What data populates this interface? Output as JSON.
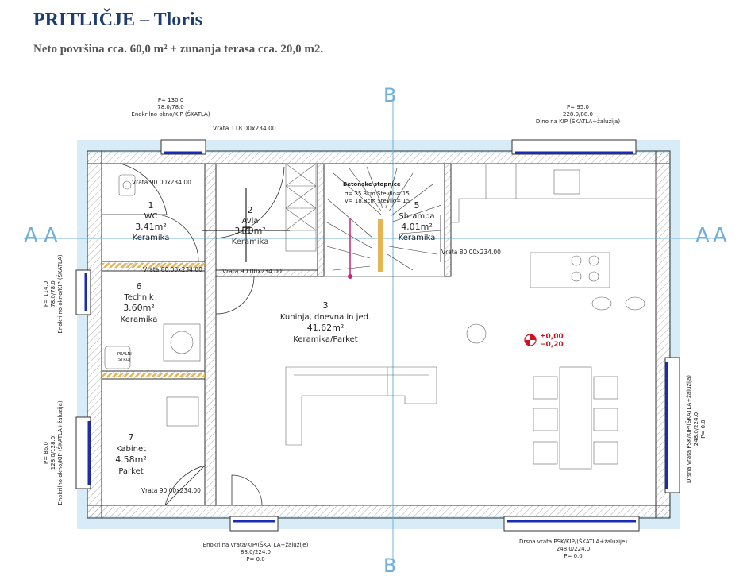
{
  "header": {
    "title": "PRITLIČJE – Tloris",
    "subtitle": "Neto površina cca. 60,0 m² + zunanja terasa  cca. 20,0 m2."
  },
  "section_markers": {
    "a": "A",
    "b": "B"
  },
  "rooms": [
    {
      "num": "1",
      "name": "WC",
      "area": "3.41m²",
      "floor": "Keramika"
    },
    {
      "num": "2",
      "name": "Avla",
      "area": "3.70m²",
      "floor": "Keramika"
    },
    {
      "num": "3",
      "name": "Kuhinja, dnevna in jed.",
      "area": "41.62m²",
      "floor": "Keramika/Parket"
    },
    {
      "num": "5",
      "name": "Shramba",
      "area": "4.01m²",
      "floor": "Keramika"
    },
    {
      "num": "6",
      "name": "Technik",
      "area": "3.60m²",
      "floor": "Keramika"
    },
    {
      "num": "7",
      "name": "Kabinet",
      "area": "4.58m²",
      "floor": "Parket"
    }
  ],
  "openings": {
    "top_left": [
      "P= 130.0",
      "78.0/78.0",
      "Enokrilno okno/KIP (ŠKATLA)"
    ],
    "top_right": [
      "P= 95.0",
      "228.0/88.0",
      "Dino na KIP (ŠKATLA+žaluzija)"
    ],
    "bottom_left": [
      "Enokrilna vrata/KIP/(ŠKATLA+žaluzije)",
      "88.0/224.0",
      "P= 0.0"
    ],
    "bottom_right": [
      "Drsna vrata PSK/KIP/(ŠKATLA+žaluzije)",
      "248.0/224.0",
      "P= 0.0"
    ],
    "left_upper": [
      "P= 114.0",
      "78.0/78.0",
      "Enokrilno okno/KIP (ŠKATLA)"
    ],
    "left_lower": [
      "P= 86.0",
      "128.0/128.0",
      "Enokrilno okno/KIP (ŠKATLA+žaluzija)"
    ],
    "right": [
      "Drsna vrata PSK/KIP/(ŠKATLA+žaluzija)",
      "248.0/224.0",
      "P= 0.0"
    ]
  },
  "doors": {
    "entry": "Vrata 118.00x234.00",
    "wc": "Vrata 90.00x234.00",
    "shramba": "Vrata 80.00x234.00",
    "technik": "Vrata 80.00x234.00",
    "avla": "Vrata 90.00x234.00",
    "kabinet": "Vrata 90.00x234.00"
  },
  "stairs": {
    "title": "Betonske stopnice",
    "line1": "σ= 25.3cm  Stevilo= 15",
    "line2": "V= 18.8cm  Stevilo= 15"
  },
  "level": {
    "plus": "±0,00",
    "minus": "−0,20"
  },
  "boiler_label": [
    "PRALNI",
    "STROJ"
  ]
}
